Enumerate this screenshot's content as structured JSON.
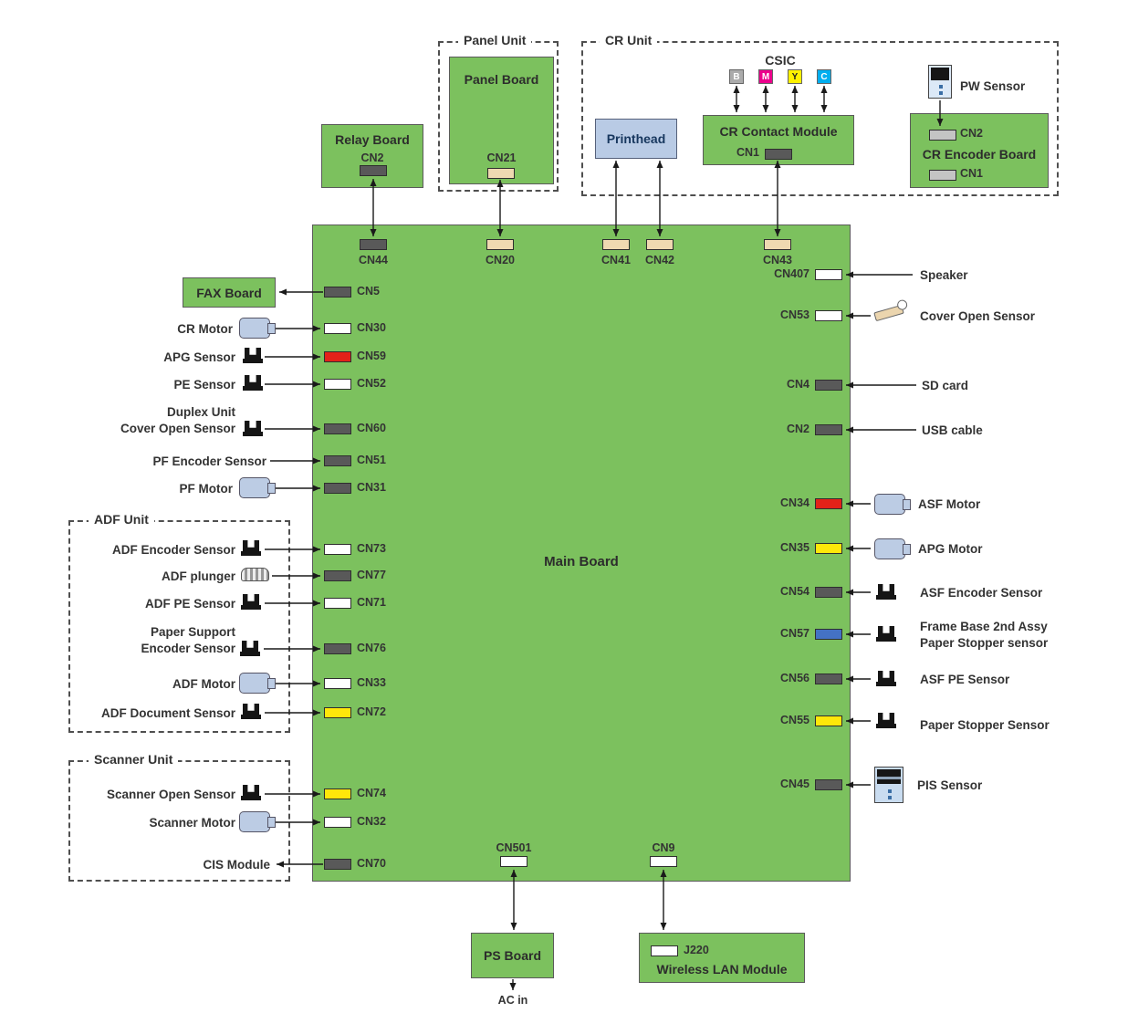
{
  "palette": {
    "board_green": "#7CC15E",
    "motor_blue": "#BCCCE4",
    "connector_dark": "#595959",
    "connector_white": "#FFFFFF",
    "connector_beige": "#EFD9B1",
    "connector_red": "#E32119",
    "connector_yellow": "#FFE70A",
    "connector_blue": "#4472C4",
    "connector_silver": "#C4C4C4",
    "csic_b": "#ABABAB",
    "csic_m": "#EC008C",
    "csic_y": "#FFF200",
    "csic_c": "#00AEEF",
    "text": "#333333"
  },
  "units": {
    "panel": {
      "title": "Panel Unit"
    },
    "cr": {
      "title": "CR Unit"
    },
    "adf": {
      "title": "ADF Unit"
    },
    "scanner": {
      "title": "Scanner Unit"
    }
  },
  "boards": {
    "main": {
      "label": "Main Board"
    },
    "relay": {
      "label": "Relay Board",
      "cn": "CN2"
    },
    "panel": {
      "label": "Panel Board",
      "cn": "CN21"
    },
    "printhead": {
      "label": "Printhead"
    },
    "cr_contact": {
      "label": "CR Contact Module",
      "cn": "CN1"
    },
    "cr_encoder": {
      "label": "CR Encoder Board",
      "cn_top": "CN2",
      "cn_bottom": "CN1"
    },
    "ps": {
      "label": "PS Board"
    },
    "wlan": {
      "label": "Wireless LAN Module",
      "cn": "J220"
    }
  },
  "csic": {
    "title": "CSIC",
    "slots": [
      "B",
      "M",
      "Y",
      "C"
    ]
  },
  "pw_sensor": {
    "label": "PW Sensor"
  },
  "top_connectors": [
    {
      "id": "CN44"
    },
    {
      "id": "CN20"
    },
    {
      "id": "CN41"
    },
    {
      "id": "CN42"
    },
    {
      "id": "CN43"
    }
  ],
  "left_rows": [
    {
      "cn": "CN5",
      "device": "FAX Board"
    },
    {
      "cn": "CN30",
      "device": "CR Motor"
    },
    {
      "cn": "CN59",
      "device": "APG Sensor"
    },
    {
      "cn": "CN52",
      "device": "PE Sensor"
    },
    {
      "cn": "CN60",
      "device": "Duplex Unit",
      "device2": "Cover Open Sensor"
    },
    {
      "cn": "CN51",
      "device": "PF Encoder Sensor"
    },
    {
      "cn": "CN31",
      "device": "PF Motor"
    },
    {
      "cn": "CN73",
      "device": "ADF Encoder Sensor"
    },
    {
      "cn": "CN77",
      "device": "ADF plunger"
    },
    {
      "cn": "CN71",
      "device": "ADF PE Sensor"
    },
    {
      "cn": "CN76",
      "device": "Paper Support",
      "device2": "Encoder Sensor"
    },
    {
      "cn": "CN33",
      "device": "ADF Motor"
    },
    {
      "cn": "CN72",
      "device": "ADF Document Sensor"
    },
    {
      "cn": "CN74",
      "device": "Scanner Open Sensor"
    },
    {
      "cn": "CN32",
      "device": "Scanner Motor"
    },
    {
      "cn": "CN70",
      "device": "CIS Module"
    }
  ],
  "right_rows": [
    {
      "cn": "CN407",
      "device": "Speaker"
    },
    {
      "cn": "CN53",
      "device": "Cover Open Sensor"
    },
    {
      "cn": "CN4",
      "device": "SD card"
    },
    {
      "cn": "CN2",
      "device": "USB cable"
    },
    {
      "cn": "CN34",
      "device": "ASF Motor"
    },
    {
      "cn": "CN35",
      "device": "APG Motor"
    },
    {
      "cn": "CN54",
      "device": "ASF Encoder Sensor"
    },
    {
      "cn": "CN57",
      "device": "Frame Base 2nd Assy",
      "device2": "Paper Stopper sensor"
    },
    {
      "cn": "CN56",
      "device": "ASF PE Sensor"
    },
    {
      "cn": "CN55",
      "device": "Paper Stopper Sensor"
    },
    {
      "cn": "CN45",
      "device": "PIS Sensor"
    }
  ],
  "bottom": {
    "cn501": "CN501",
    "cn9": "CN9",
    "ac_in": "AC in"
  }
}
